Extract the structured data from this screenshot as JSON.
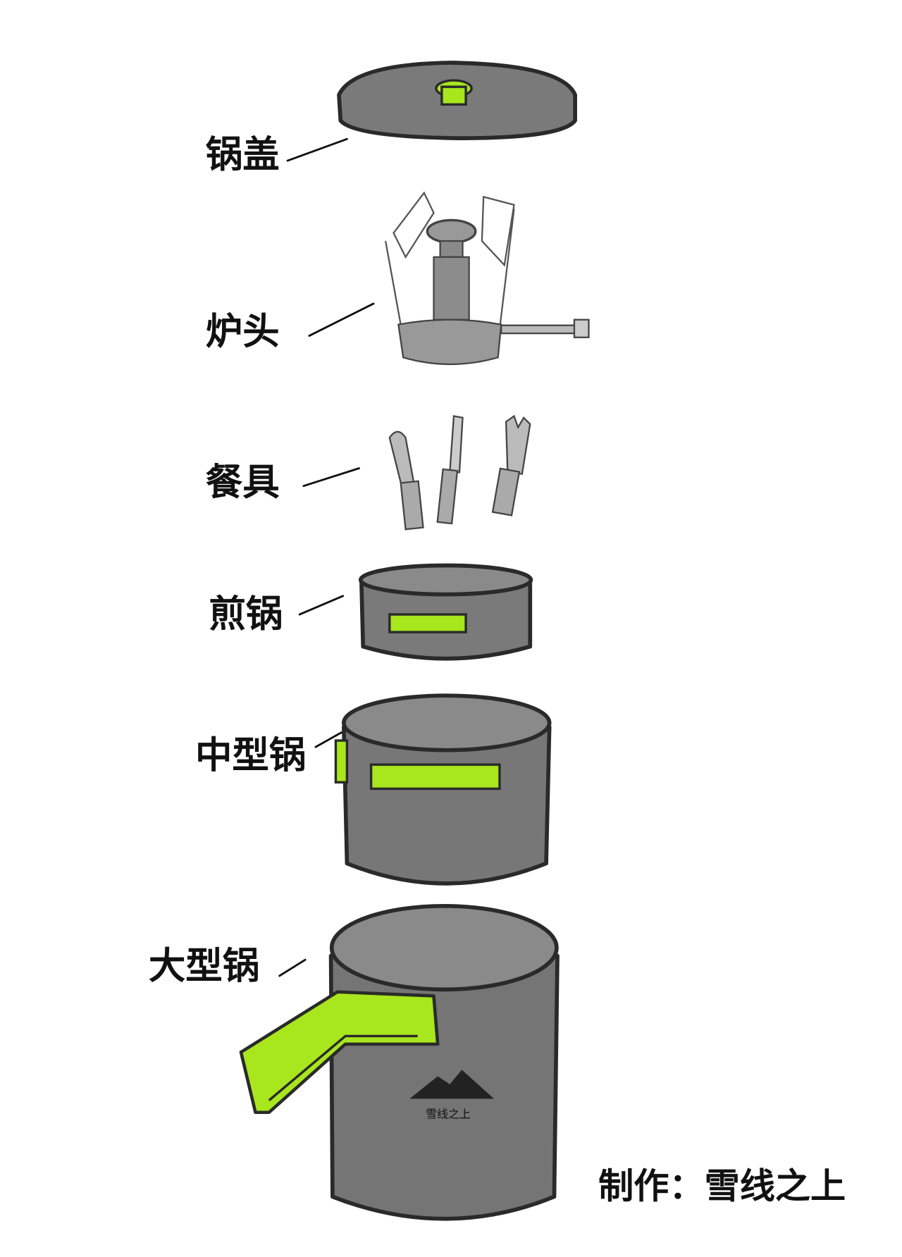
{
  "labels": {
    "lid": "锅盖",
    "burner": "炉头",
    "utensils": "餐具",
    "frying_pan": "煎锅",
    "medium_pot": "中型锅",
    "large_pot": "大型锅"
  },
  "logo_text": "雪线之上",
  "credit": "制作：雪线之上",
  "colors": {
    "pot_gray": "#767676",
    "accent_green": "#a8e61e",
    "outline": "#2a2a2a"
  }
}
